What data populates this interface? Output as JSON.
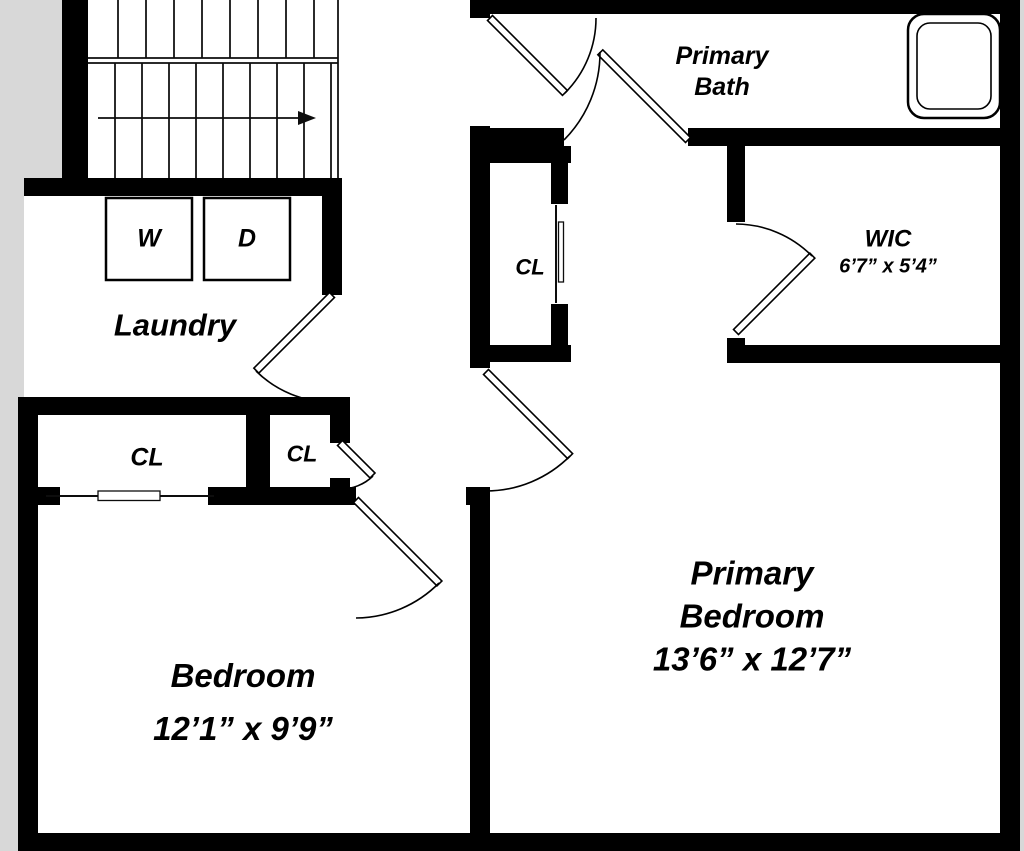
{
  "colors": {
    "background": "#d8d8d8",
    "walls": "#000000",
    "floor": "#ffffff"
  },
  "rooms": {
    "primary_bath": {
      "line1": "Primary",
      "line2": "Bath"
    },
    "wic": {
      "name": "WIC",
      "dims": "6’7” x 5’4”"
    },
    "hall_closet": {
      "name": "CL"
    },
    "laundry": {
      "name": "Laundry",
      "washer_label": "W",
      "dryer_label": "D"
    },
    "bedroom_closet": {
      "name": "CL"
    },
    "small_closet": {
      "name": "CL"
    },
    "bedroom": {
      "name": "Bedroom",
      "dims": "12’1” x 9’9”"
    },
    "primary_bedroom": {
      "line1": "Primary",
      "line2": "Bedroom",
      "dims": "13’6” x 12’7”"
    }
  }
}
